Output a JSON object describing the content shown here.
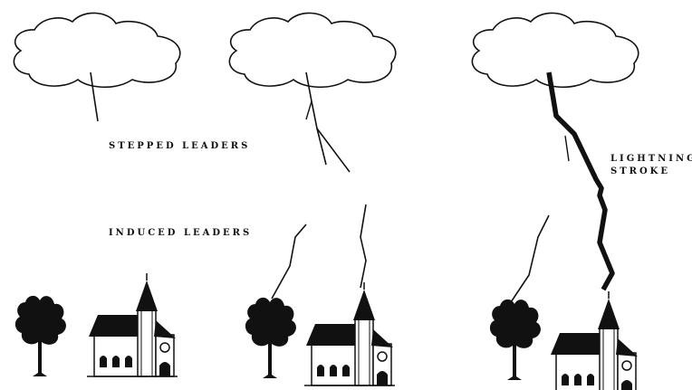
{
  "labels": {
    "stepped_leaders": "STEPPED LEADERS",
    "induced_leaders": "INDUCED LEADERS",
    "lightning_line1": "LIGHTNING",
    "lightning_line2": "STROKE"
  },
  "colors": {
    "ink": "#111111",
    "background": "#ffffff"
  }
}
